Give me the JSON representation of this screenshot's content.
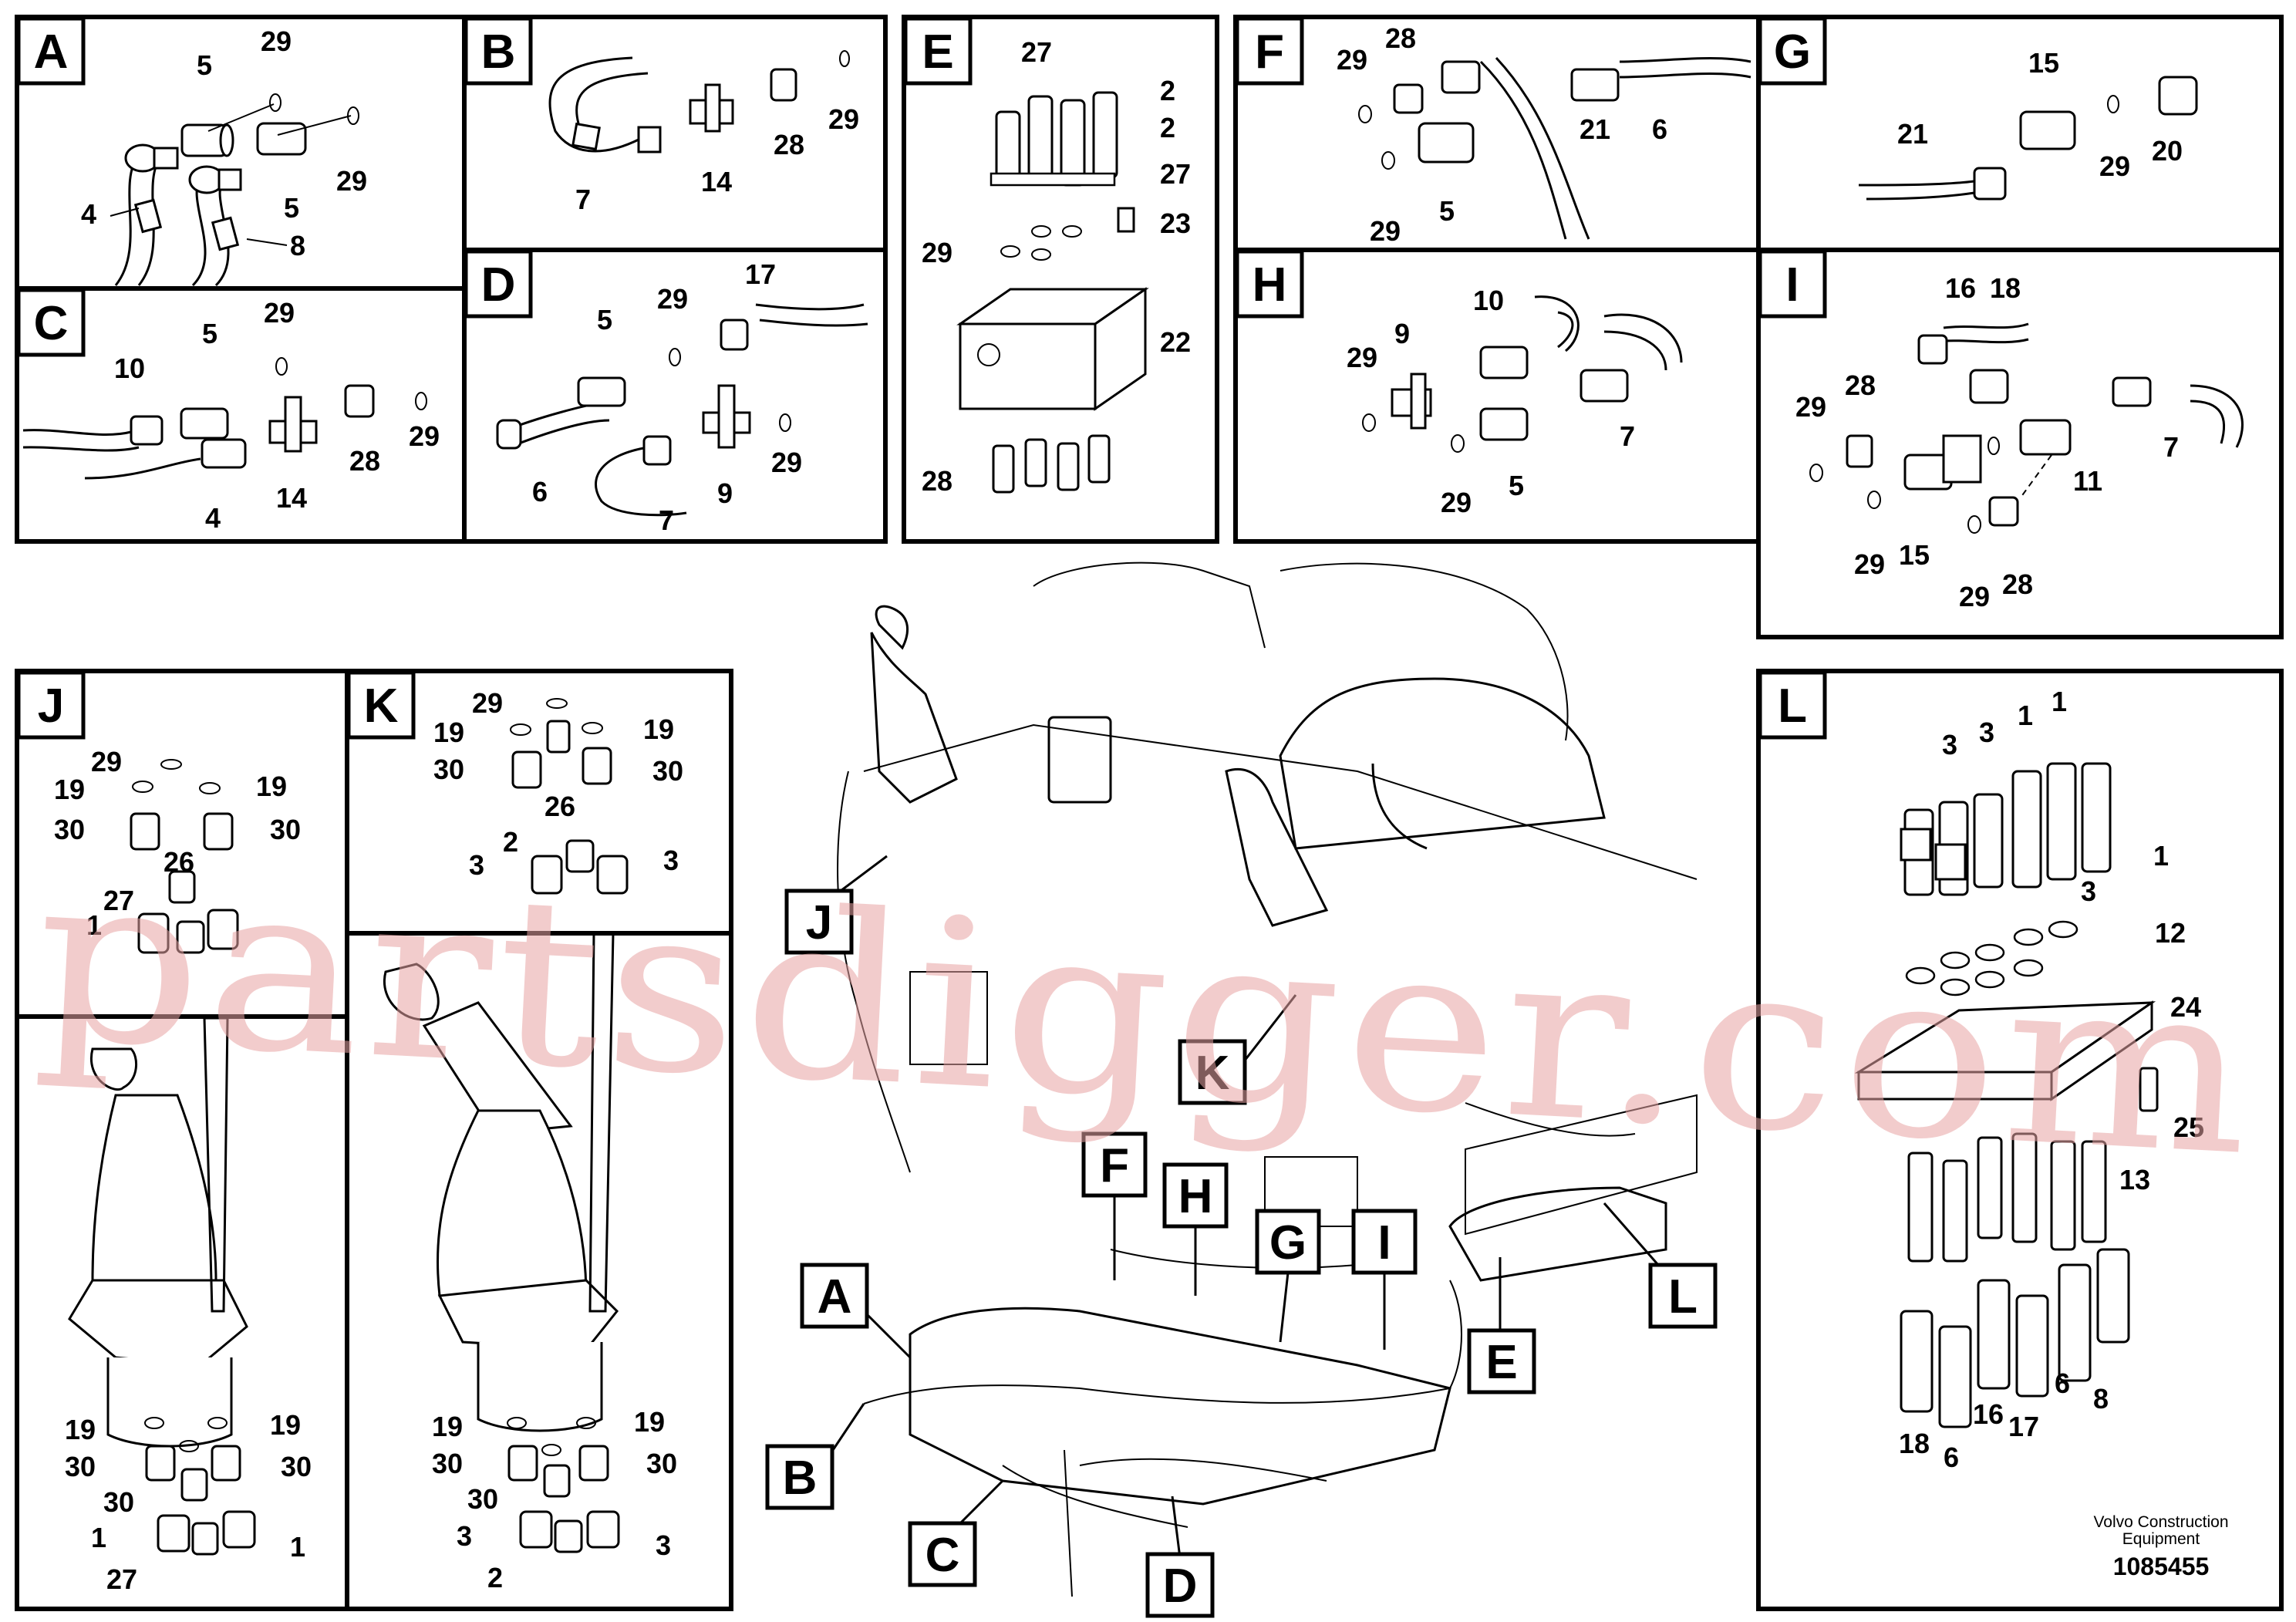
{
  "panels": {
    "A": {
      "letter": "A",
      "labels": [
        "5",
        "29",
        "29",
        "4",
        "5",
        "8"
      ]
    },
    "B": {
      "letter": "B",
      "labels": [
        "7",
        "14",
        "28",
        "29"
      ]
    },
    "C": {
      "letter": "C",
      "labels": [
        "10",
        "5",
        "29",
        "29",
        "28",
        "14",
        "4"
      ]
    },
    "D": {
      "letter": "D",
      "labels": [
        "5",
        "29",
        "17",
        "6",
        "7",
        "9",
        "29"
      ]
    },
    "E": {
      "letter": "E",
      "labels": [
        "27",
        "2",
        "2",
        "27",
        "23",
        "29",
        "22",
        "28"
      ]
    },
    "F": {
      "letter": "F",
      "labels": [
        "29",
        "28",
        "21",
        "6",
        "29",
        "5"
      ]
    },
    "G": {
      "letter": "G",
      "labels": [
        "15",
        "21",
        "29",
        "20"
      ]
    },
    "H": {
      "letter": "H",
      "labels": [
        "10",
        "9",
        "29",
        "7",
        "29",
        "5"
      ]
    },
    "I": {
      "letter": "I",
      "labels": [
        "16",
        "18",
        "29",
        "28",
        "7",
        "11",
        "29",
        "15",
        "29",
        "28"
      ]
    },
    "J": {
      "letter": "J",
      "labels": [
        "29",
        "19",
        "19",
        "30",
        "30",
        "26",
        "27",
        "1",
        "19",
        "19",
        "30",
        "30",
        "30",
        "1",
        "1",
        "27"
      ]
    },
    "K": {
      "letter": "K",
      "labels": [
        "29",
        "19",
        "19",
        "30",
        "30",
        "26",
        "2",
        "3",
        "3",
        "19",
        "19",
        "30",
        "30",
        "30",
        "3",
        "3",
        "2"
      ]
    },
    "L": {
      "letter": "L",
      "labels": [
        "3",
        "3",
        "1",
        "1",
        "1",
        "3",
        "12",
        "24",
        "25",
        "13",
        "18",
        "6",
        "16",
        "17",
        "6",
        "8"
      ]
    }
  },
  "callouts": [
    "J",
    "K",
    "F",
    "H",
    "G",
    "I",
    "A",
    "B",
    "C",
    "D",
    "E",
    "L"
  ],
  "watermark": "partsdigger.com",
  "footer": {
    "company_line1": "Volvo Construction",
    "company_line2": "Equipment",
    "drawing_number": "1085455"
  }
}
